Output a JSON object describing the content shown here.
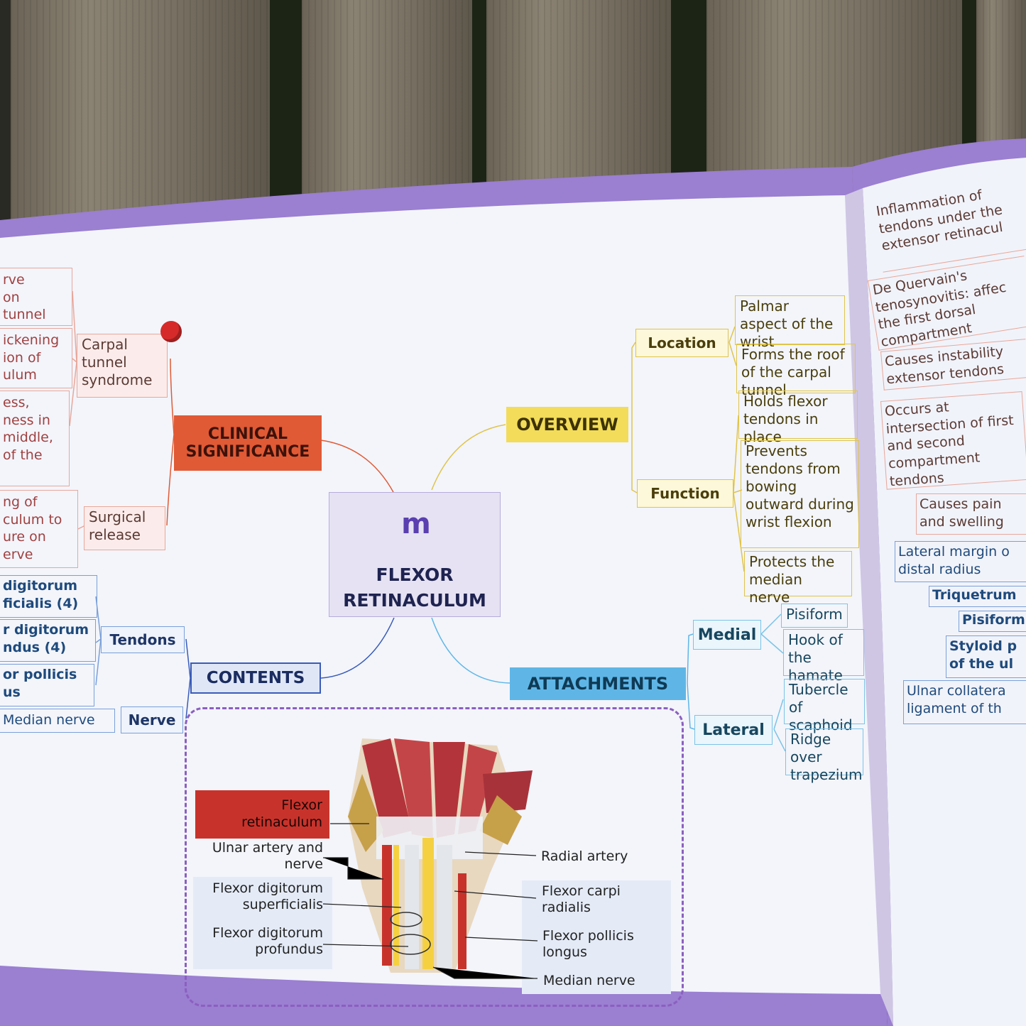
{
  "center": {
    "title_line1": "FLEXOR",
    "title_line2": "RETINACULUM",
    "logo_letter": "m"
  },
  "clinical": {
    "title": "CLINICAL SIGNIFICANCE",
    "cts": "Carpal tunnel syndrome",
    "surgical": "Surgical release",
    "leaf1": "rve\non\ntunnel",
    "leaf2": "ickening\nion of\nulum",
    "leaf3": "ess,\nness in\nmiddle,\nof the",
    "leaf4": "ng of\nculum to\nure on\nerve"
  },
  "overview": {
    "title": "OVERVIEW",
    "location": "Location",
    "function": "Function",
    "loc1": "Palmar aspect of the wrist",
    "loc2": "Forms the roof of the carpal tunnel",
    "fn1": "Holds flexor tendons in place",
    "fn2": "Prevents tendons from bowing outward during wrist flexion",
    "fn3": "Protects the median nerve"
  },
  "contents": {
    "title": "CONTENTS",
    "tendons": "Tendons",
    "nerve": "Nerve",
    "t1": "digitorum\nficialis (4)",
    "t2": "r digitorum\nndus (4)",
    "t3": "or pollicis\nus",
    "n1": "Median nerve"
  },
  "attachments": {
    "title": "ATTACHMENTS",
    "medial": "Medial",
    "lateral": "Lateral",
    "m1": "Pisiform",
    "m2": "Hook of the hamate",
    "l1": "Tubercle of scaphoid",
    "l2": "Ridge over trapezium"
  },
  "illustration": {
    "highlight": "Flexor retinaculum",
    "l1": "Ulnar artery and\nnerve",
    "l2": "Flexor digitorum\nsuperficialis",
    "l3": "Flexor digitorum\nprofundus",
    "r1": "Radial artery",
    "r2": "Flexor carpi\nradialis",
    "r3": "Flexor pollicis\nlongus",
    "r4": "Median nerve"
  },
  "right_page": {
    "p1": "Inflammation of tendons under the extensor retinacul",
    "p2": "De Quervain's tenosynovitis: affec the first dorsal compartment",
    "p3": "Causes instability extensor tendons",
    "p4": "Occurs at intersection of first and second compartment tendons",
    "p5": "Causes pain and swelling",
    "b1": "Lateral margin o distal radius",
    "b2": "Triquetrum",
    "b3": "Pisiform",
    "b4": "Styloid p of the ul",
    "b5": "Ulnar collatera ligament of th"
  },
  "colors": {
    "cover": "#9b7fd1",
    "clinical": "#e05a35",
    "overview": "#f2dc5a",
    "contents": "#3a5cb8",
    "attachments": "#5fb6e6",
    "highlight": "#c7332b"
  }
}
